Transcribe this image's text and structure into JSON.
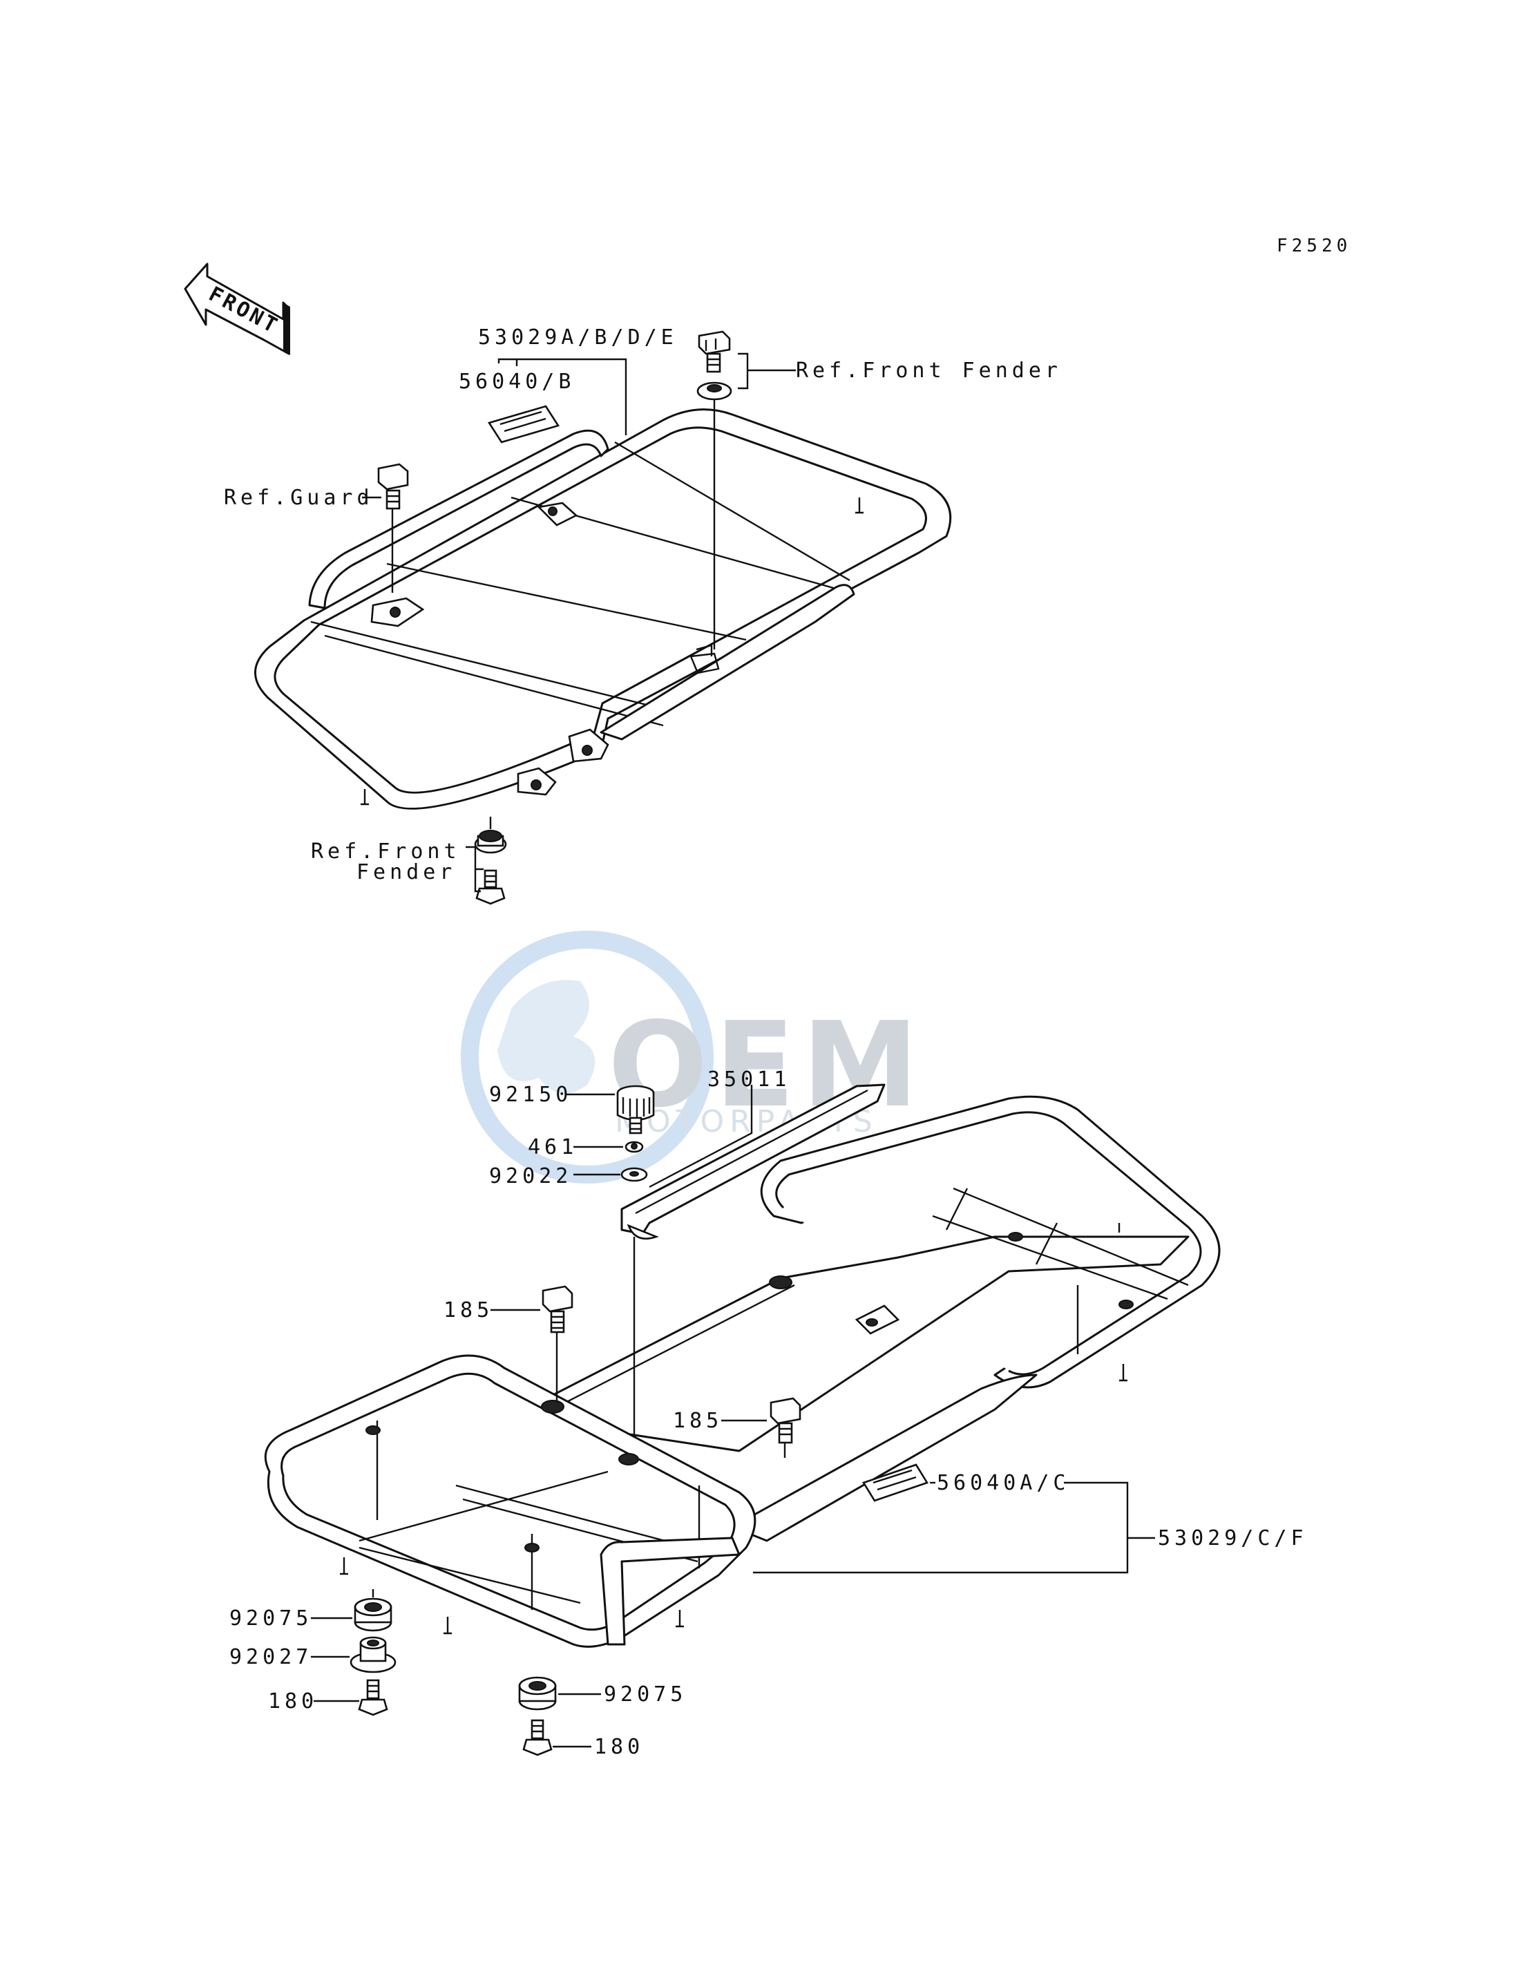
{
  "figure_code": "F2520",
  "front_arrow_label": "FRONT",
  "watermark": {
    "logo_text": "OEM",
    "subtext": "MOTORPARTS",
    "color": "#9fbfdc"
  },
  "front_carrier": {
    "carrier_label": "53029A/B/D/E",
    "decal_label": "56040/B",
    "ref_front_fender_top": "Ref.Front Fender",
    "ref_guard": "Ref.Guard",
    "ref_front_fender_bottom_line1": "Ref.Front",
    "ref_front_fender_bottom_line2": "Fender"
  },
  "rear_carrier": {
    "knob_label": "92150",
    "bracket_label": "35011",
    "nut_label": "461",
    "washer_label": "92022",
    "bolt_left_label": "185",
    "bolt_right_label": "185",
    "decal_label": "56040A/C",
    "carrier_label": "53029/C/F",
    "damper_a_label": "92075",
    "collar_label": "92027",
    "bolt_a_label": "180",
    "damper_b_label": "92075",
    "bolt_b_label": "180"
  }
}
